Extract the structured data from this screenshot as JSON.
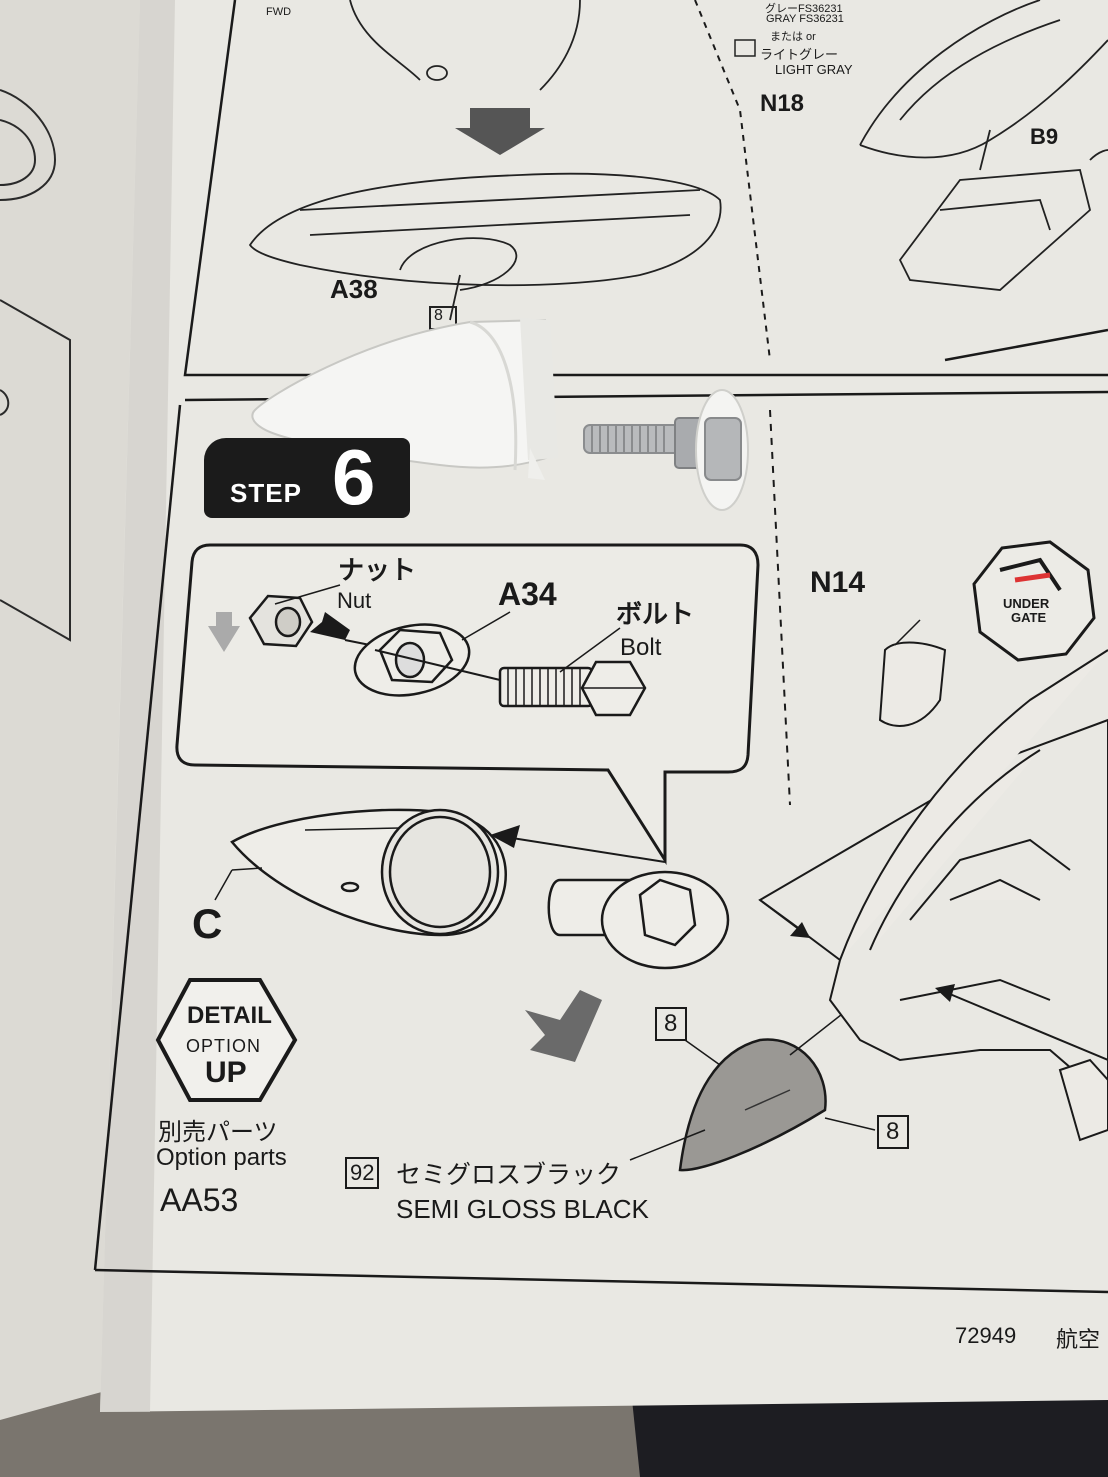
{
  "top_section": {
    "part_a38": "A38",
    "part_n18": "N18",
    "part_b9": "B9",
    "ref_8": "8",
    "fwd_label": "FWD",
    "paint_line1": "グレーFS36231",
    "paint_line2": "GRAY FS36231",
    "paint_line3": "または or",
    "paint_line4": "ライトグレー",
    "paint_line5": "LIGHT GRAY"
  },
  "step": {
    "word": "STEP",
    "number": "6"
  },
  "callout": {
    "nut_jp": "ナット",
    "nut_en": "Nut",
    "part_a34": "A34",
    "bolt_jp": "ボルト",
    "bolt_en": "Bolt"
  },
  "main": {
    "part_c": "C",
    "part_n14": "N14",
    "under_gate_line1": "UNDER",
    "under_gate_line2": "GATE",
    "ref_8_a": "8",
    "ref_8_b": "8",
    "paint_code": "92",
    "paint_jp": "セミグロスブラック",
    "paint_en": "SEMI GLOSS BLACK"
  },
  "detail_up": {
    "line1": "DETAIL",
    "line2": "OPTION",
    "line3": "UP",
    "sold_separately_jp": "別売パーツ",
    "sold_separately_en": "Option parts",
    "part_code": "AA53"
  },
  "footer": {
    "kit_number": "72949",
    "title_fragment": "航空"
  },
  "colors": {
    "paper": "#e9e8e3",
    "ink": "#1a1a1a",
    "table": "#6e6a64",
    "cloth": "#1d1d22",
    "plastic": "#f4f4f2"
  }
}
